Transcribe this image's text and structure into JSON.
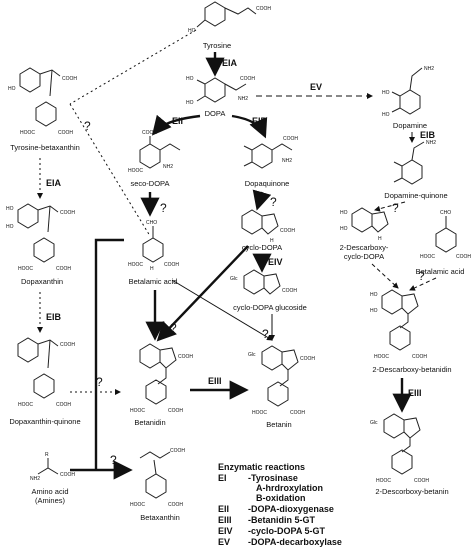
{
  "compounds": {
    "tyrosine": "Tyrosine",
    "dopa": "DOPA",
    "seco_dopa": "seco-DOPA",
    "dopaquinone": "Dopaquinone",
    "betalamic_acid": "Betalamic acid",
    "cyclo_dopa": "cyclo-DOPA",
    "cyclo_dopa_glucoside": "cyclo-DOPA glucoside",
    "betanidin": "Betanidin",
    "betanin": "Betanin",
    "betaxanthin": "Betaxanthin",
    "amino_acid": "Amino acid",
    "amines": "(Amines)",
    "tyrosine_betaxanthin": "Tyrosine-betaxanthin",
    "dopaxanthin": "Dopaxanthin",
    "dopaxanthin_quinone": "Dopaxanthin-quinone",
    "dopamine": "Dopamine",
    "dopamine_quinone": "Dopamine-quinone",
    "descarboxy_cyclo_dopa_1": "2-Descarboxy-",
    "descarboxy_cyclo_dopa_2": "cyclo-DOPA",
    "betalamic_acid_right": "Betalamic acid",
    "descarboxy_betanidin": "2-Descarboxy-betanidin",
    "descarboxy_betanin": "2-Descorboxy-betanin"
  },
  "enzymes": {
    "eia_top": "EIA",
    "eii": "EII",
    "eib_center": "EIB",
    "ev": "EV",
    "eib_right": "EIB",
    "eiv": "EIV",
    "eiii_center": "EIII",
    "eiii_right": "EIII",
    "eia_left": "EIA",
    "eib_left": "EIB"
  },
  "unknown_mark": "?",
  "legend": {
    "title": "Enzymatic reactions",
    "rows": [
      {
        "code": "EI",
        "text": "-Tyrosinase"
      },
      {
        "code": "",
        "text": "A-hrdroxylation"
      },
      {
        "code": "",
        "text": "B-oxidation"
      },
      {
        "code": "EII",
        "text": "-DOPA-dioxygenase"
      },
      {
        "code": "EIII",
        "text": "-Betanidin 5-GT"
      },
      {
        "code": "EIV",
        "text": "-cyclo-DOPA 5-GT"
      },
      {
        "code": "EV",
        "text": "-DOPA-decarboxylase"
      }
    ]
  },
  "groups": {
    "cooh": "COOH",
    "hooc": "HOOC",
    "nh2": "NH2",
    "oh": "HO",
    "glc": "Glc",
    "cho": "CHO",
    "h": "H",
    "n": "N",
    "r": "R"
  }
}
